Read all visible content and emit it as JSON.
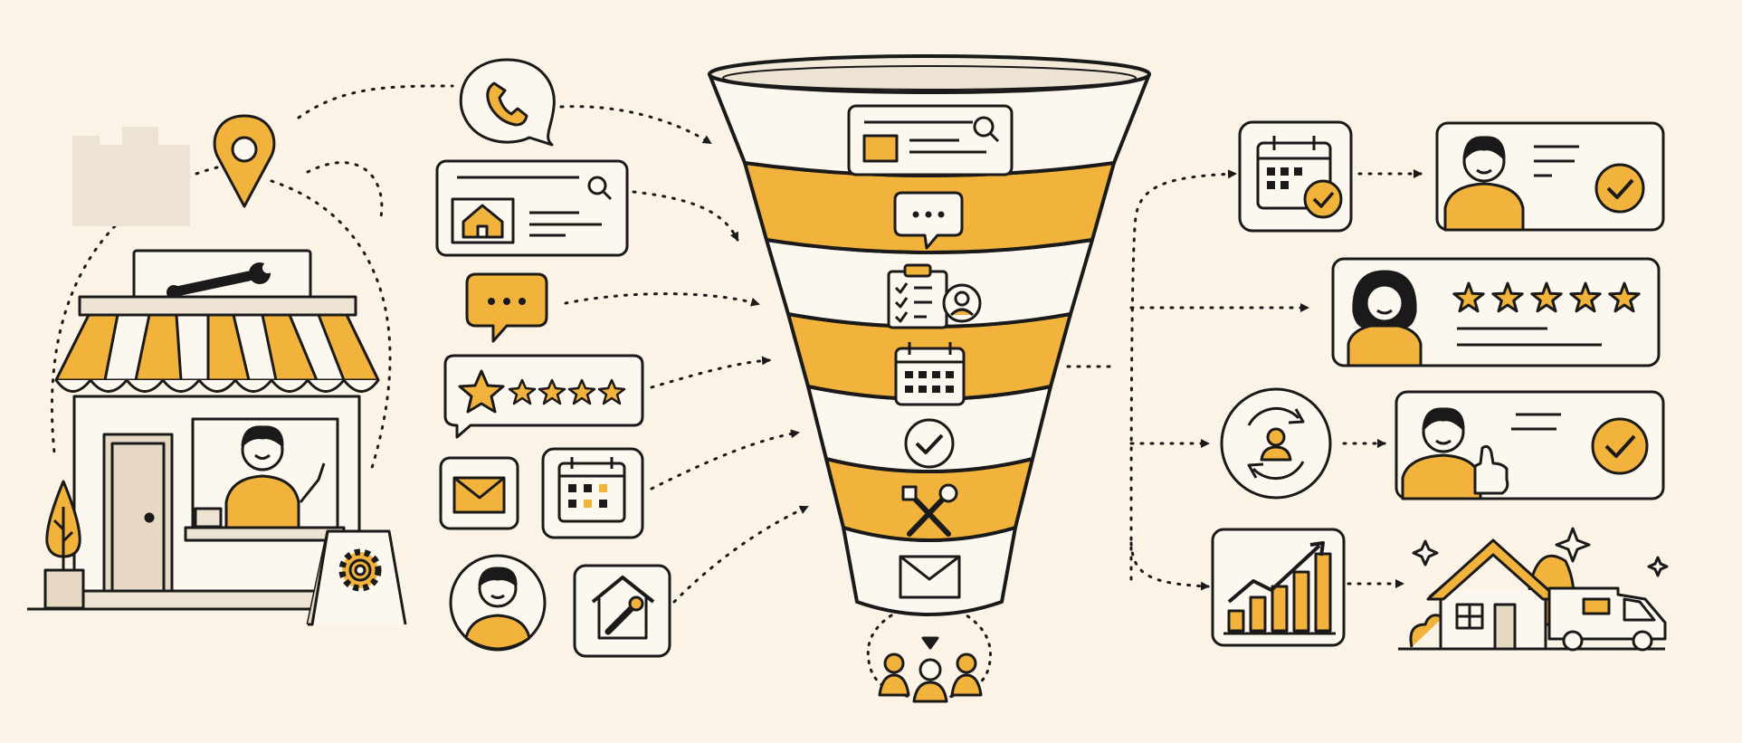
{
  "colors": {
    "background": "#faf3e6",
    "accent": "#f2b33d",
    "ink": "#1a1a1a",
    "paper": "#fdf8ef",
    "muted": "#e8dcc8",
    "door": "#e6d8c3"
  },
  "left_storefront": {
    "icons": [
      "location-pin-icon",
      "wrench-icon",
      "gear-icon",
      "tree-icon",
      "waving-person-icon"
    ]
  },
  "input_channels": {
    "icons": [
      "phone-chat-icon",
      "search-listing-icon",
      "chat-bubble-icon",
      "star-review-icon",
      "envelope-icon",
      "calendar-icon",
      "person-avatar-icon",
      "house-wrench-icon"
    ]
  },
  "funnel": {
    "stages": [
      {
        "icon": "search-listing-icon",
        "fill": "white"
      },
      {
        "icon": "chat-bubble-icon",
        "fill": "accent"
      },
      {
        "icon": "clipboard-checklist-icon",
        "fill": "white"
      },
      {
        "icon": "calendar-icon",
        "fill": "accent"
      },
      {
        "icon": "check-circle-icon",
        "fill": "white"
      },
      {
        "icon": "tools-icon",
        "fill": "accent"
      },
      {
        "icon": "envelope-icon",
        "fill": "white"
      }
    ],
    "output_icon": "customer-group-icon"
  },
  "outcomes": {
    "icons": [
      "calendar-check-icon",
      "confirmed-customer-card-icon",
      "five-star-review-card-icon",
      "repeat-customer-icon",
      "thumbs-up-customer-card-icon",
      "growth-chart-icon",
      "house-van-icon"
    ],
    "review_stars": 5
  }
}
